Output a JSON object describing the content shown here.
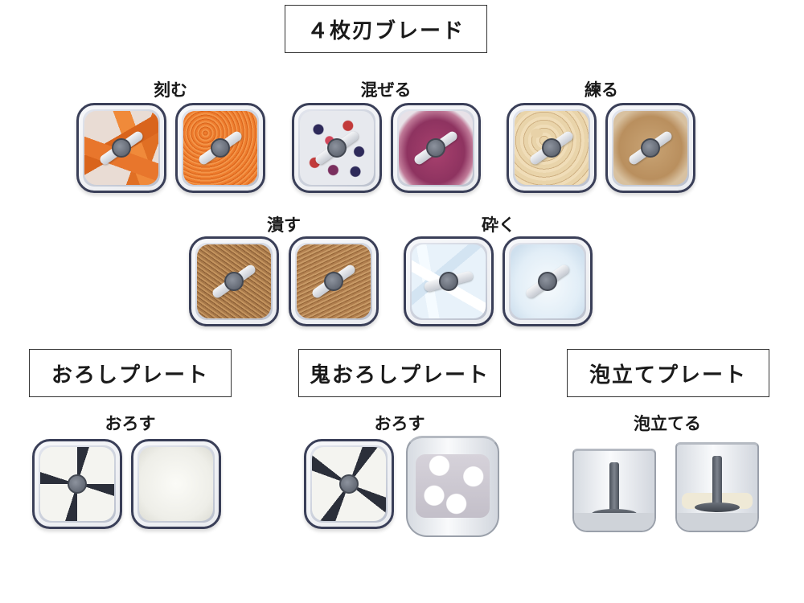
{
  "sections": {
    "four_blade": "４枚刃ブレード",
    "grater": "おろしプレート",
    "oni_grater": "鬼おろしプレート",
    "whisk": "泡立てプレート"
  },
  "functions": {
    "chop": "刻む",
    "mix": "混ぜる",
    "knead": "練る",
    "crush": "潰す",
    "break": "砕く",
    "grate1": "おろす",
    "grate2": "おろす",
    "whip": "泡立てる"
  },
  "colors": {
    "carrot": "#e8762c",
    "carrot_grated": "#ee7b2c",
    "berry": "#7a2f5e",
    "berry_paste": "#a8416e",
    "peanut": "#e8d2a8",
    "peanut_paste": "#c9a475",
    "sesame": "#a8794a",
    "ice": "#e8f2fa",
    "radish": "#f4f4f0",
    "bowl_frame": "#3a3f58"
  }
}
